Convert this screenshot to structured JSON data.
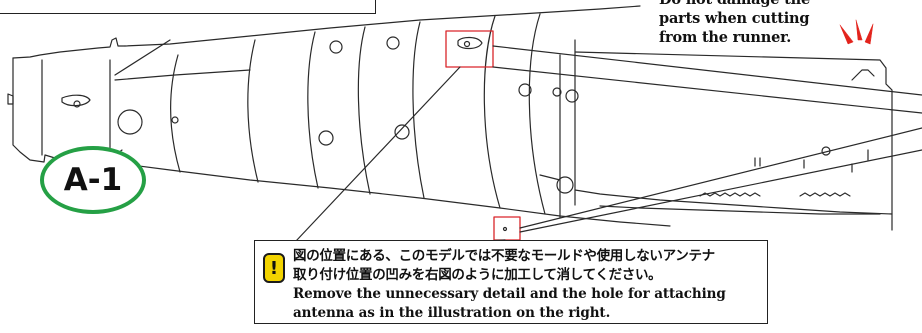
{
  "warning": {
    "lines": [
      "Do not damage the",
      "parts when cutting",
      "from the runner."
    ],
    "icon": "cut-marks-icon",
    "icon_color": "#e3231c"
  },
  "part_label": {
    "text": "A-1",
    "ring_color": "#25a045"
  },
  "note": {
    "icon": "exclamation-icon",
    "icon_color": "#f3d400",
    "icon_glyph": "!",
    "japanese_lines": [
      "図の位置にある、このモデルでは不要なモールドや使用しないアンテナ",
      "取り付け位置の凹みを右図のように加工して消してください。"
    ],
    "english_lines": [
      "Remove the unnecessary detail and the hole for attaching",
      "antenna as in the illustration on the right."
    ]
  },
  "colors": {
    "line": "#222222",
    "highlight_box": "#d9252a"
  }
}
